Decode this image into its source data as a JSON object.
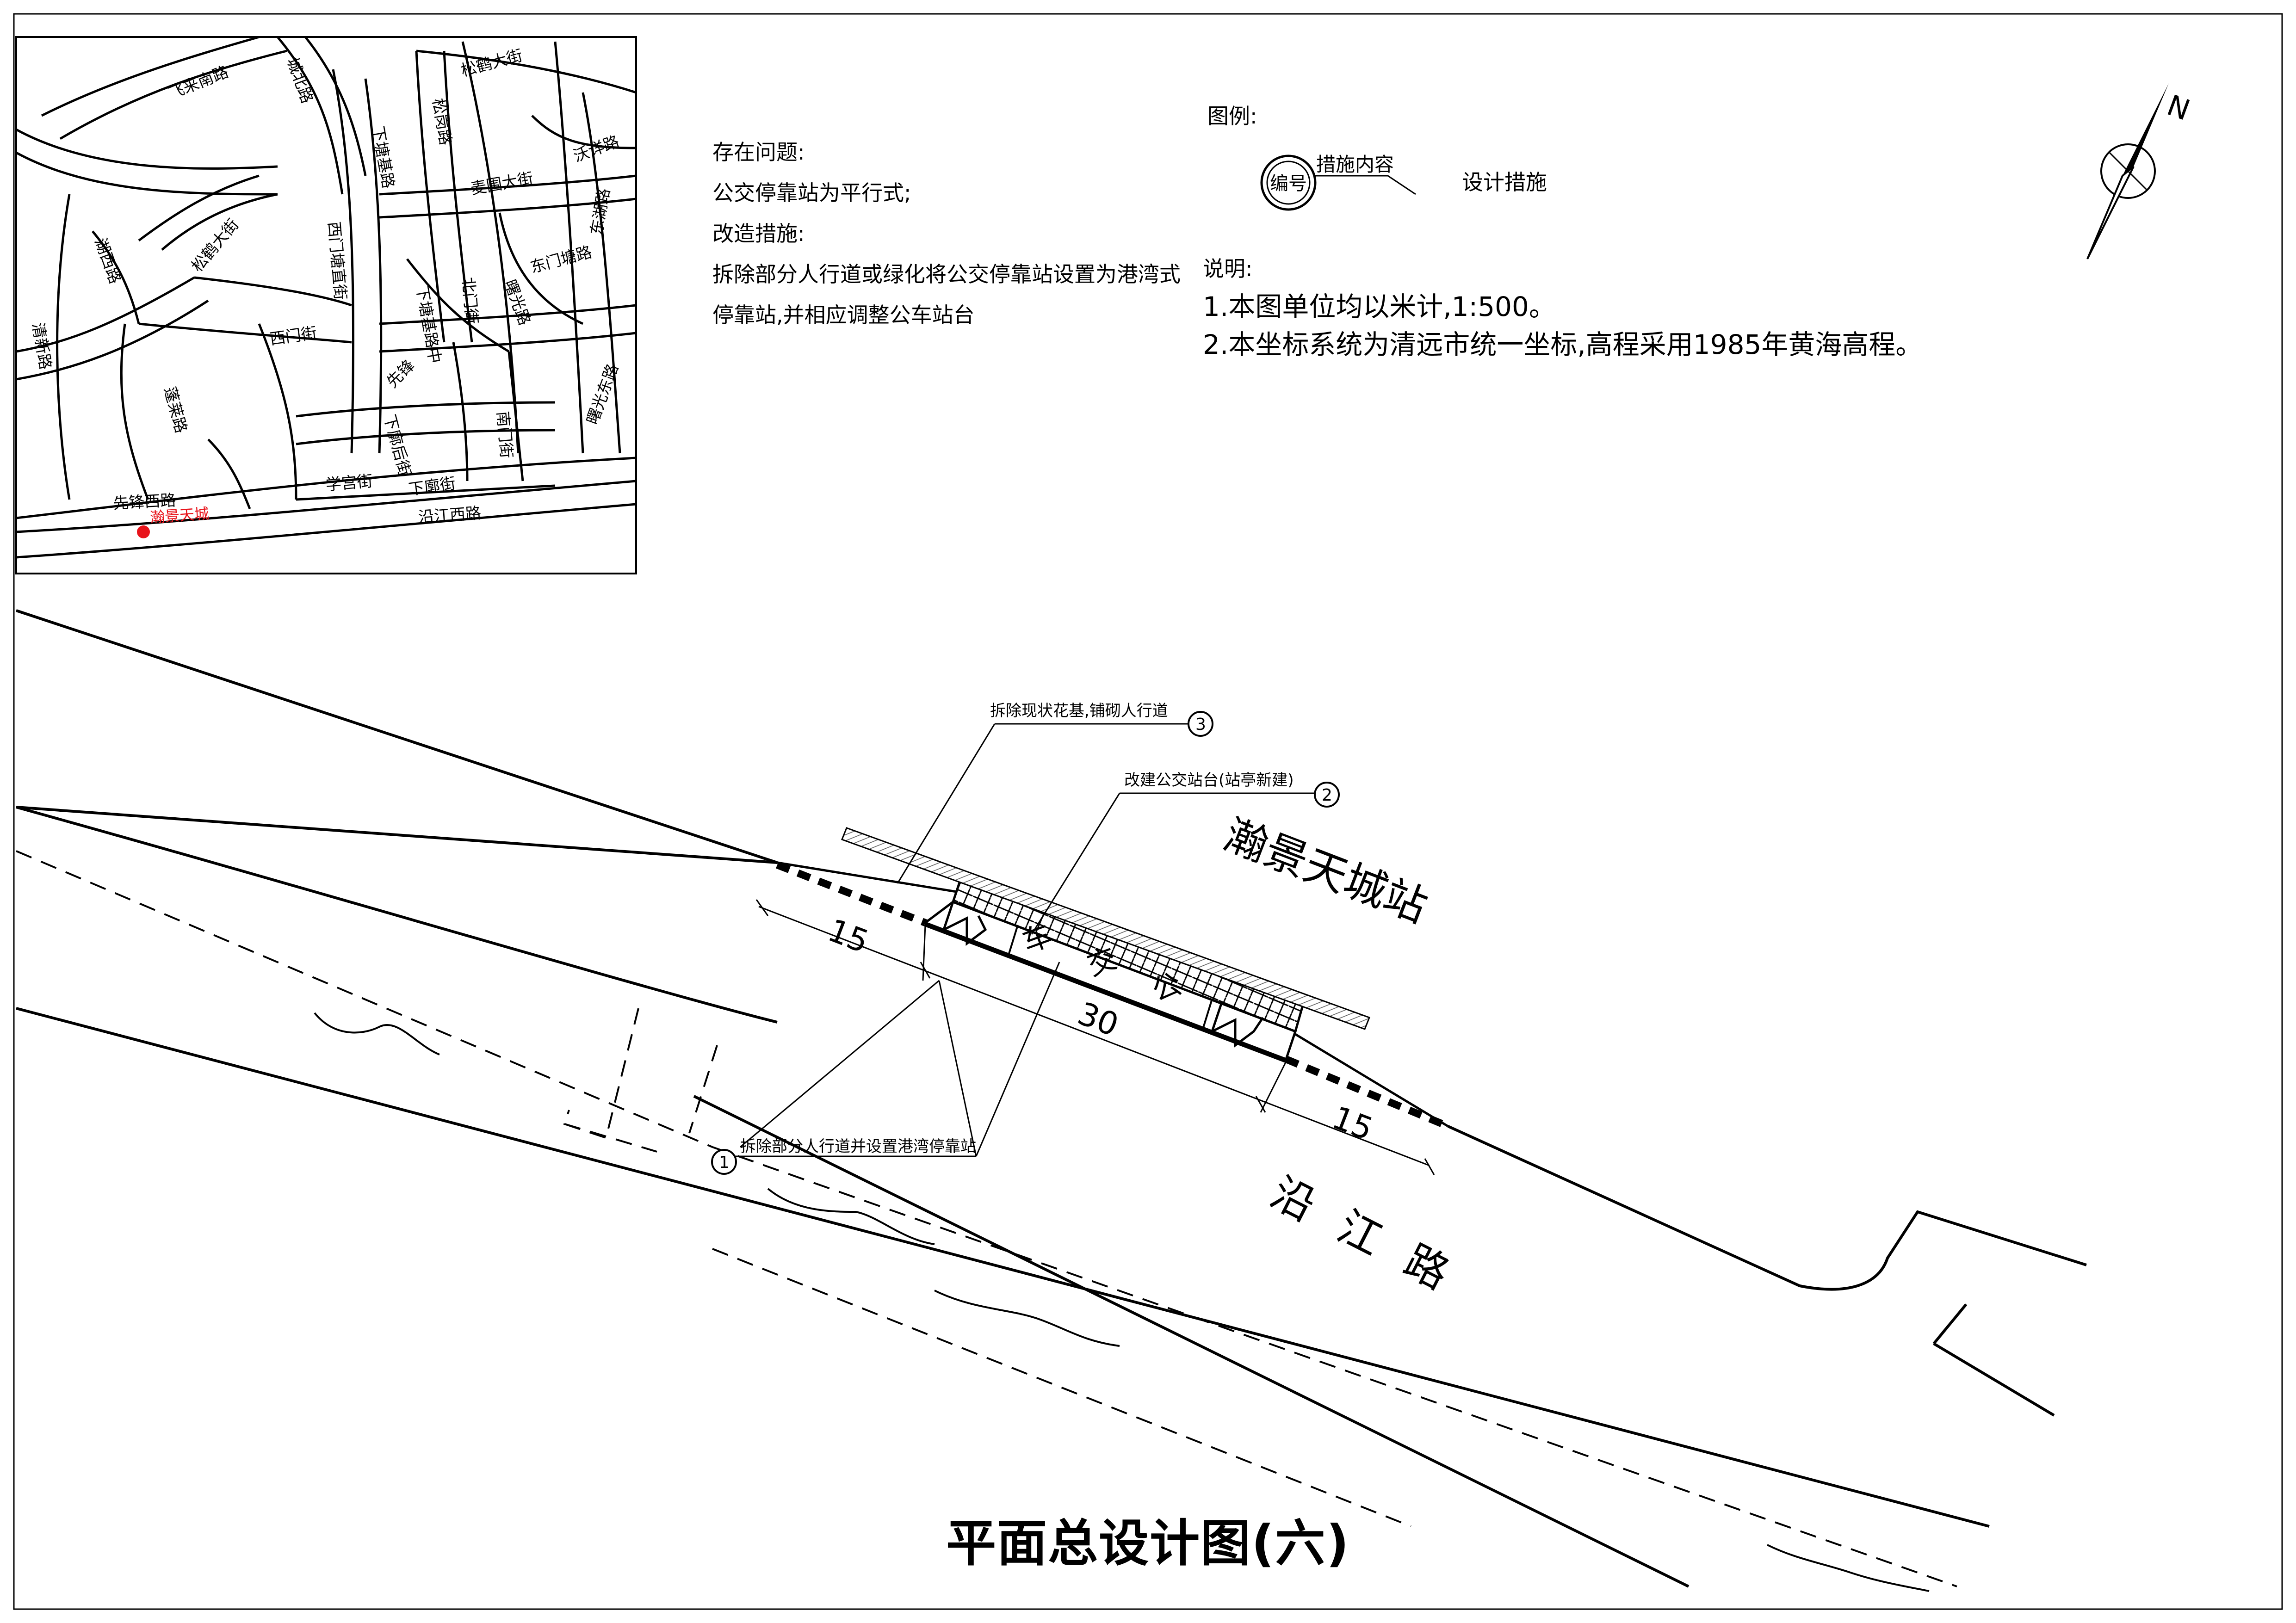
{
  "title": "平面总设计图(六)",
  "notes": {
    "problem_heading": "存在问题:",
    "problem_text": "公交停靠站为平行式;",
    "measure_heading": "改造措施:",
    "measure_line1": "拆除部分人行道或绿化将公交停靠站设置为港湾式",
    "measure_line2": "停靠站,并相应调整公车站台"
  },
  "legend": {
    "title": "图例:",
    "circle_label": "编号",
    "content_label": "措施内容",
    "design_label": "设计措施"
  },
  "explanation": {
    "heading": "说明:",
    "line1": "1.本图单位均以米计,1:500。",
    "line2": "2.本坐标系统为清远市统一坐标,高程采用1985年黄海高程。"
  },
  "north": "N",
  "station_name": "瀚景天城站",
  "road_name": "沿江路",
  "lane_text": [
    "车",
    "交",
    "公"
  ],
  "dimensions": {
    "left": "15",
    "middle": "30",
    "right": "15"
  },
  "callouts": [
    {
      "number": "1",
      "text": "拆除部分人行道并设置港湾停靠站"
    },
    {
      "number": "2",
      "text": "改建公交站台(站亭新建)"
    },
    {
      "number": "3",
      "text": "拆除现状花基,铺砌人行道"
    }
  ],
  "location_map": {
    "streets": [
      "飞来南路",
      "城北路",
      "松鹤大街",
      "松岗路",
      "下塘基路",
      "麦围大街",
      "沃详路",
      "西门塘直街",
      "东湖路",
      "湖西路",
      "松鹤大街",
      "北门街",
      "曙光路",
      "东门塘路",
      "清新路",
      "下塘基路中",
      "西门街",
      "先锋",
      "南门街",
      "曙光东路",
      "蓬莱路",
      "下廓后街",
      "学宫街",
      "下廓街",
      "先锋西路",
      "沿江西路"
    ],
    "site_label": "瀚景天城",
    "site_color": "#e8141b"
  }
}
